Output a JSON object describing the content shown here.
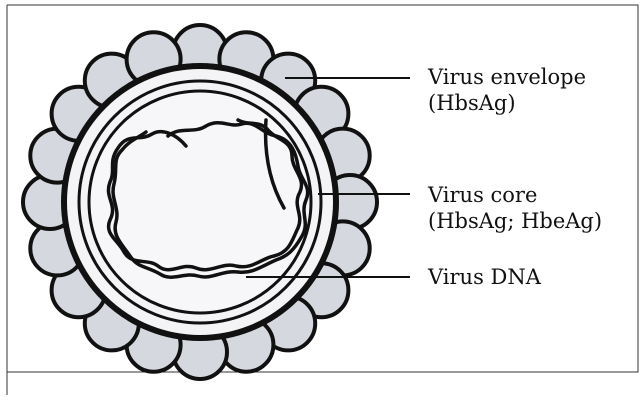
{
  "labels": {
    "envelope": {
      "line1": "Virus envelope",
      "line2": "(HbsAg)"
    },
    "core": {
      "line1": "Virus core",
      "line2": "(HbsAg; HbeAg)"
    },
    "dna": {
      "line1": "Virus DNA"
    }
  },
  "colors": {
    "outline": "#111111",
    "envelope_lobes": "#d5d8df",
    "capsid_fill": "#f4f4f6",
    "core_fill": "#f7f7f9",
    "frame": "#333333"
  },
  "envelope_lobe_count": 20
}
